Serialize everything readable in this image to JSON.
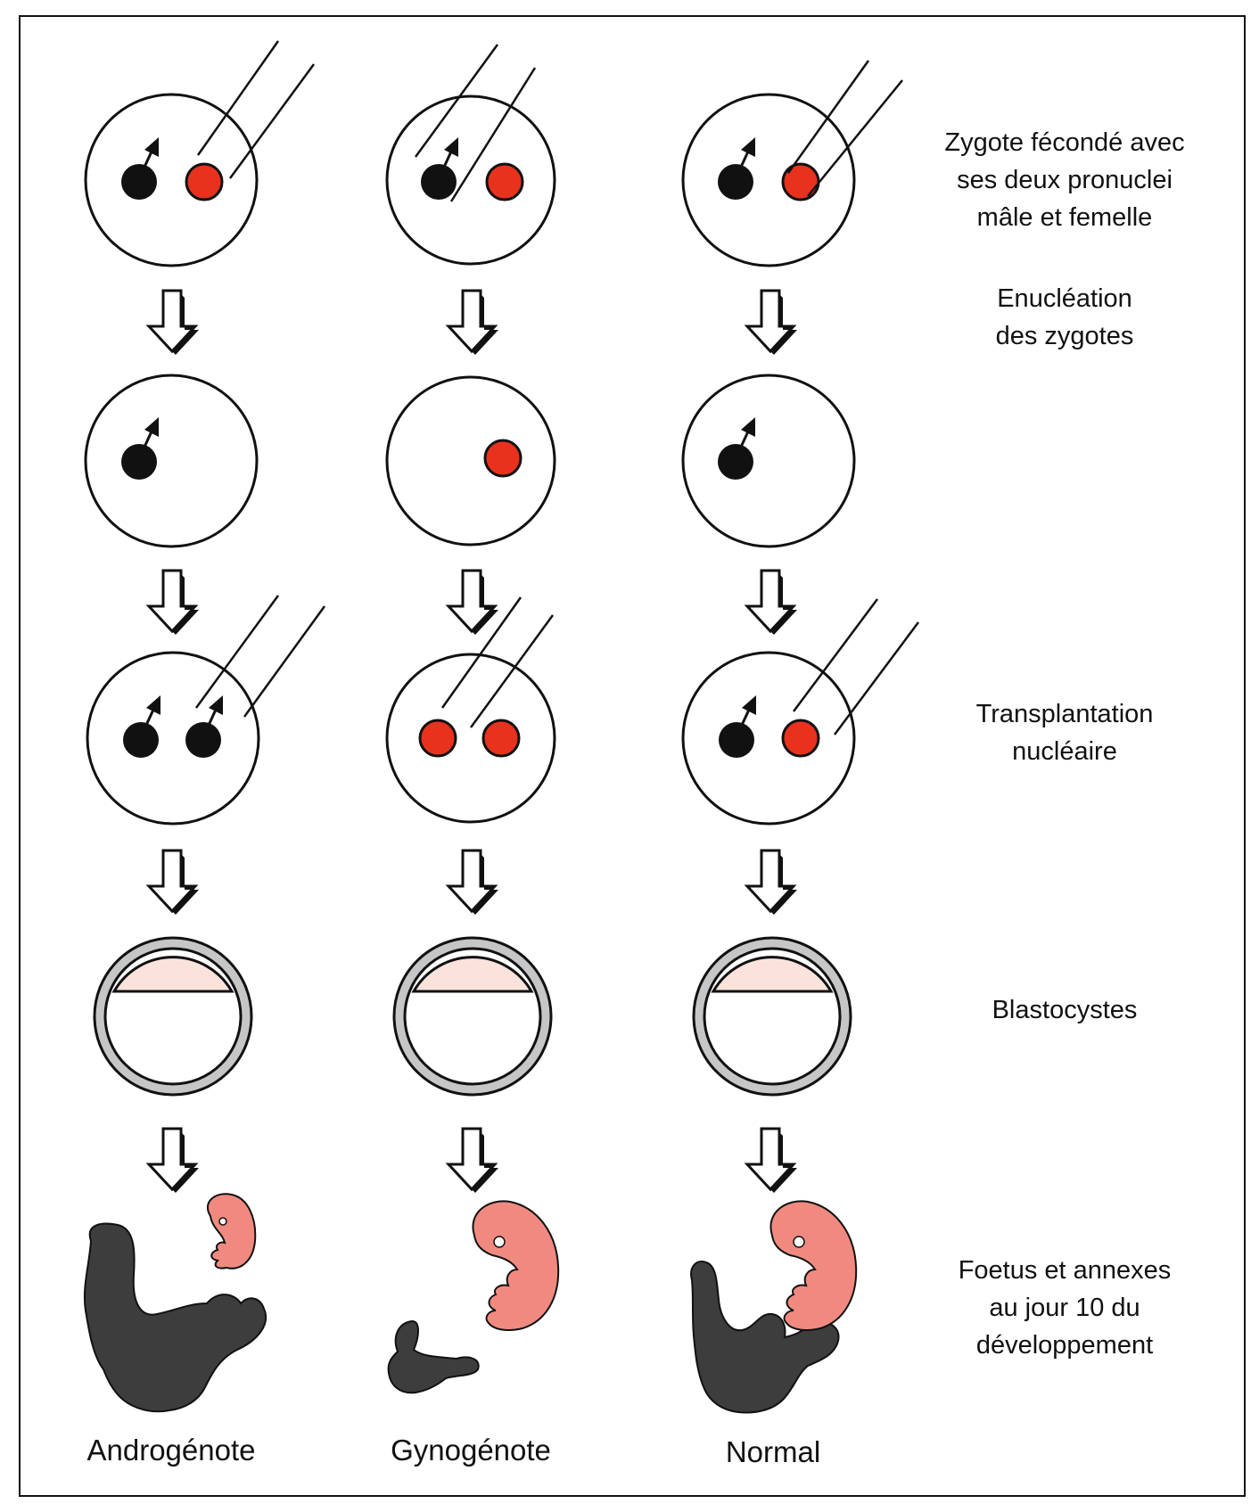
{
  "step_labels": {
    "zygote": "Zygote fécondé avec\nses deux pronuclei\nmâle et femelle",
    "enucleation": "Enucléation\ndes zygotes",
    "transplantation": "Transplantation\nnucléaire",
    "blastocysts": "Blastocystes",
    "fetus": "Foetus et annexes\nau jour 10 du\ndéveloppement"
  },
  "columns": [
    {
      "label": "Androgénote"
    },
    {
      "label": "Gynogénote"
    },
    {
      "label": "Normal"
    }
  ],
  "colors": {
    "male_pronucleus": "#111111",
    "female_pronucleus": "#e8321e",
    "fetus": "#f08a80",
    "placenta": "#3d3d3d",
    "zona_pellucida": "#c6c6c6",
    "inner_cell_mass": "#fbe3dc"
  }
}
